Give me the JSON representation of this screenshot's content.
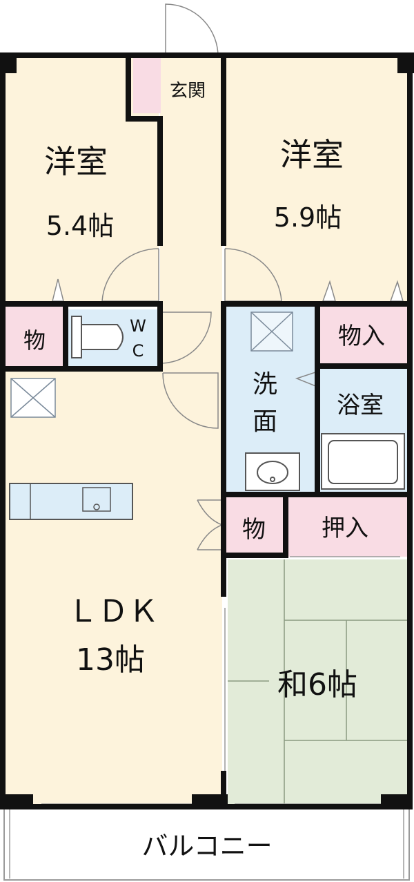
{
  "colors": {
    "western_room": "#fdf3dc",
    "pink_storage": "#f9dce4",
    "water_blue": "#dcedf8",
    "tatami_green": "#e2ebd8",
    "wall": "#111111"
  },
  "rooms": {
    "western_left": {
      "name": "洋室",
      "size": "5.4帖"
    },
    "western_right": {
      "name": "洋室",
      "size": "5.9帖"
    },
    "entrance": "玄関",
    "storage_left": "物",
    "wc_w": "W",
    "wc_c": "C",
    "storage_in_upper": "物入",
    "washroom_top": "洗",
    "washroom_bottom": "面",
    "bathroom": "浴室",
    "storage_middle": "物",
    "closet": "押入",
    "ldk_name": "ＬＤＫ",
    "ldk_size": "13帖",
    "japanese_room": "和6帖",
    "balcony": "バルコニー"
  }
}
